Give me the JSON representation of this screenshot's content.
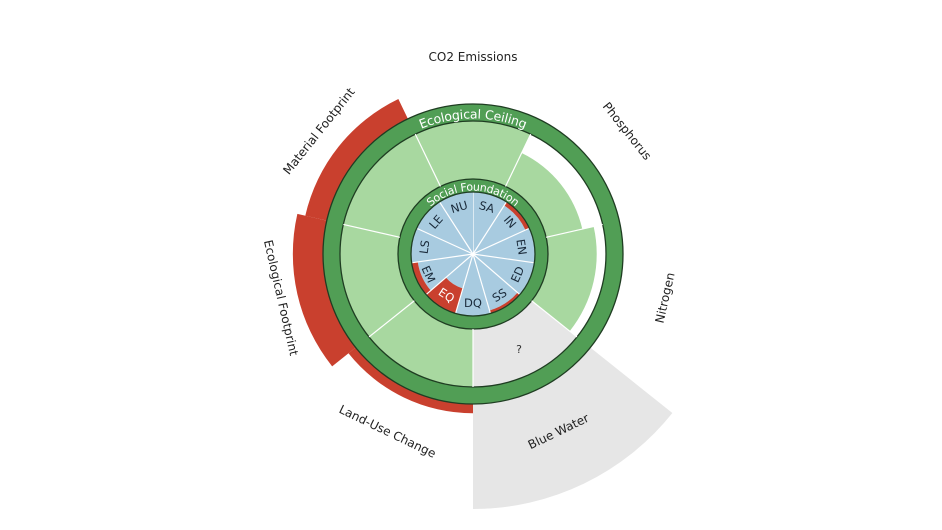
{
  "chart_data": {
    "type": "doughnut",
    "title": "",
    "ring_labels": {
      "ceiling": "Ecological Ceiling",
      "foundation": "Social Foundation"
    },
    "social": [
      {
        "code": "SA",
        "value": 1.0
      },
      {
        "code": "IN",
        "value": 0.93
      },
      {
        "code": "EN",
        "value": 1.0
      },
      {
        "code": "ED",
        "value": 1.0
      },
      {
        "code": "SS",
        "value": 0.95
      },
      {
        "code": "DQ",
        "value": 1.0
      },
      {
        "code": "EQ",
        "value": 0.58
      },
      {
        "code": "EM",
        "value": 0.9
      },
      {
        "code": "LS",
        "value": 1.0
      },
      {
        "code": "LE",
        "value": 1.0
      },
      {
        "code": "NU",
        "value": 1.0
      }
    ],
    "ecological": [
      {
        "name": "CO2 Emissions",
        "value": 1.0
      },
      {
        "name": "Phosphorus",
        "value": 0.64
      },
      {
        "name": "Nitrogen",
        "value": 0.84
      },
      {
        "name": "Blue Water",
        "value": null,
        "unknown_label": "?"
      },
      {
        "name": "Land-Use Change",
        "value": 1.16
      },
      {
        "name": "Ecological Footprint",
        "value": 1.52
      },
      {
        "name": "Material Footprint",
        "value": 1.38
      }
    ],
    "colors": {
      "ring": "#519e55",
      "ring_stroke": "#1f3d22",
      "eco_fill": "#a8d8a0",
      "social_fill": "#a8cbe0",
      "overshoot": "#c9402e",
      "unknown": "#e6e6e6"
    }
  }
}
